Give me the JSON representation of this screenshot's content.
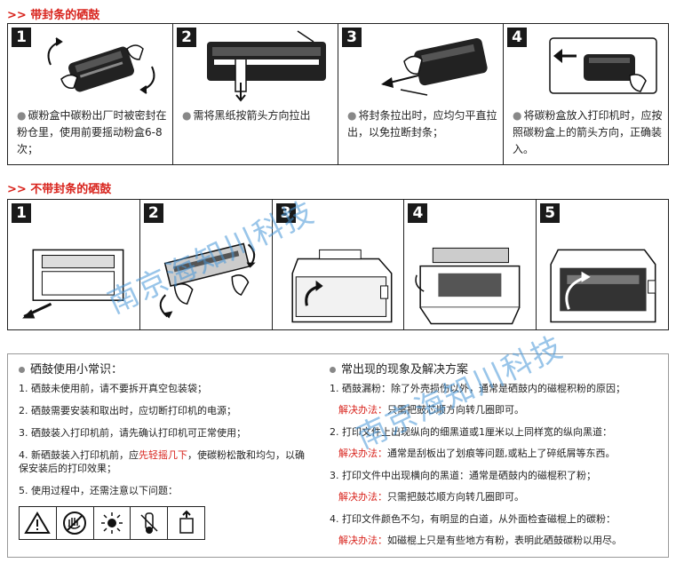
{
  "sealed": {
    "title": ">> 带封条的硒鼓",
    "steps": [
      {
        "num": "1",
        "text": "碳粉盒中碳粉出厂时被密封在粉仓里，使用前要摇动粉盒6-8次；"
      },
      {
        "num": "2",
        "text": "需将黑纸按箭头方向拉出"
      },
      {
        "num": "3",
        "text": "将封条拉出时，应均匀平直拉出，以免拉断封条；"
      },
      {
        "num": "4",
        "text": "将碳粉盒放入打印机时，应按照碳粉盒上的箭头方向，正确装入。"
      }
    ]
  },
  "unsealed": {
    "title": ">> 不带封条的硒鼓",
    "steps": [
      "1",
      "2",
      "3",
      "4",
      "5"
    ]
  },
  "tips_left": {
    "title": "硒鼓使用小常识：",
    "items": [
      "1. 硒鼓未使用前，请不要拆开真空包装袋；",
      "2. 硒鼓需要安装和取出时，应切断打印机的电源；",
      "3. 硒鼓装入打印机前，请先确认打印机可正常使用；",
      "4. 新硒鼓装入打印机前，应",
      "先轻摇几下",
      "，使碳粉松散和均匀，以确保安装后的打印效果；",
      "5. 使用过程中，还需注意以下问题："
    ]
  },
  "tips_right": {
    "title": "常出现的现象及解决方案",
    "label": "解决办法：",
    "items": [
      {
        "p": "1. 硒鼓漏粉：除了外壳损伤以外，通常是硒鼓内的磁棍积粉的原因；",
        "s": "只需把鼓芯顺方向转几圈即可。"
      },
      {
        "p": "2. 打印文件上出现纵向的细黑道或1厘米以上同样宽的纵向黑道：",
        "s": "通常是刮板出了划痕等问题,或粘上了碎纸屑等东西。"
      },
      {
        "p": "3. 打印文件中出现横向的黑道：通常是硒鼓内的磁棍积了粉；",
        "s": "只需把鼓芯顺方向转几圈即可。"
      },
      {
        "p": "4. 打印文件颜色不匀，有明显的白道，从外面检查磁棍上的碳粉：",
        "s": "如磁棍上只是有些地方有粉，表明此硒鼓碳粉以用尽。"
      }
    ]
  },
  "watermark": "南京海知川科技",
  "colors": {
    "accent": "#d8231c",
    "watermark": "#4696d7"
  },
  "icons": [
    "warning-icon",
    "no-touch-icon",
    "no-sunlight-icon",
    "no-heat-icon",
    "keep-upright-icon"
  ]
}
